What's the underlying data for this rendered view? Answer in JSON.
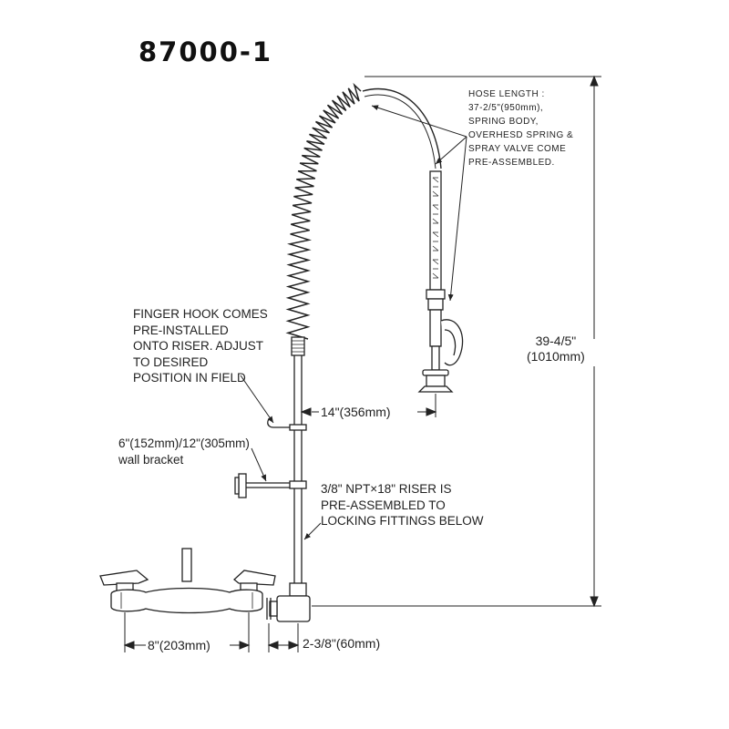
{
  "title": "87000-1",
  "annotations": {
    "hose_note": "HOSE LENGTH :\n37-2/5\"(950mm),\nSPRING BODY,\nOVERHESD SPRING &\nSPRAY VALVE COME\nPRE-ASSEMBLED.",
    "finger_hook_note": "FINGER HOOK COMES\nPRE-INSTALLED\nONTO RISER. ADJUST\nTO DESIRED\nPOSITION IN FIELD",
    "wall_bracket_note": "6\"(152mm)/12\"(305mm)\nwall bracket",
    "riser_note": "3/8\" NPT×18\" RISER IS\nPRE-ASSEMBLED TO\nLOCKING FITTINGS BELOW"
  },
  "dimensions": {
    "height": "39-4/5\"\n(1010mm)",
    "reach": "14\"(356mm)",
    "faucet_center": "8\"(203mm)",
    "wall_offset": "2-3/8\"(60mm)"
  },
  "colors": {
    "line": "#222222",
    "background": "#ffffff"
  }
}
